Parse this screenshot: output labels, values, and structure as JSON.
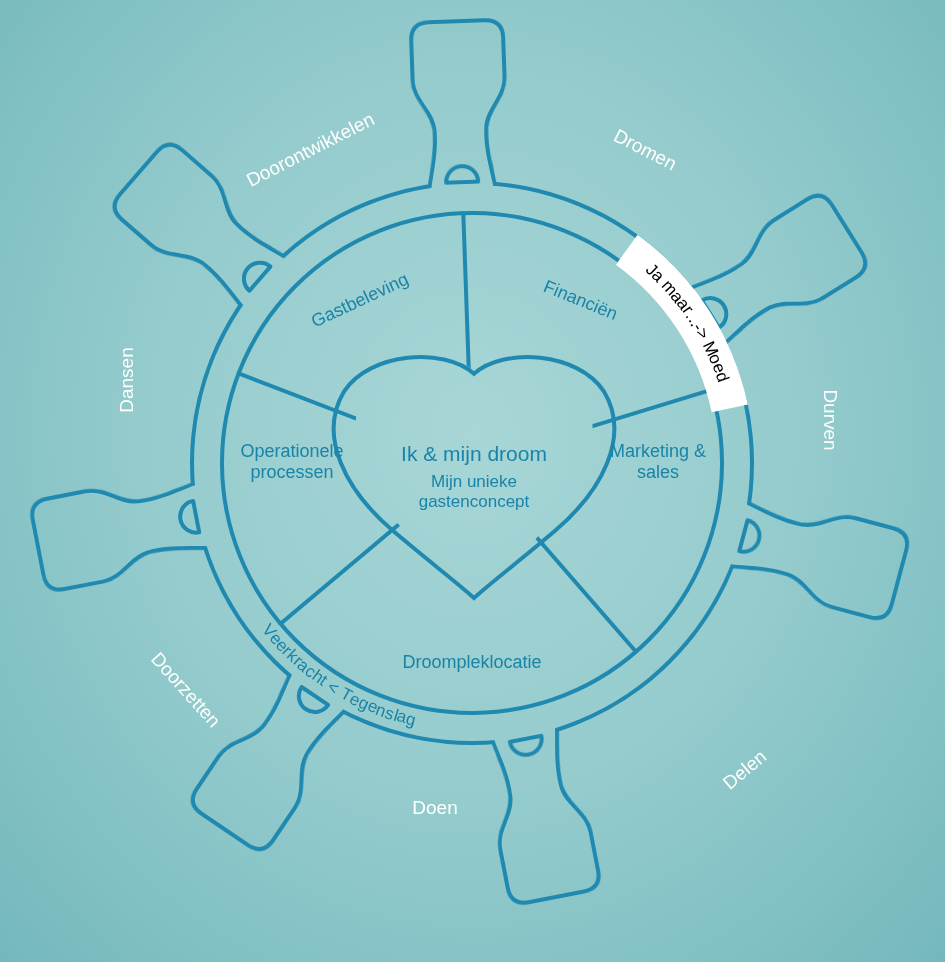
{
  "diagram": {
    "nodes": [
      {
        "text": [
          "Ik & mijn droom",
          "Mijn unieke gastenconcept"
        ]
      },
      {
        "text": [
          "Ja maar...-> Moed"
        ]
      }
    ],
    "labels": [
      "Doorontwikkelen",
      "Dromen",
      "Durven",
      "Delen",
      "Doen",
      "Doorzetten",
      "Dansen",
      "Gastbeleving",
      "Financiën",
      "Marketing & sales",
      "Operationele processen",
      "Droompleklocatie",
      "Veerkracht < Tegenslag"
    ]
  }
}
